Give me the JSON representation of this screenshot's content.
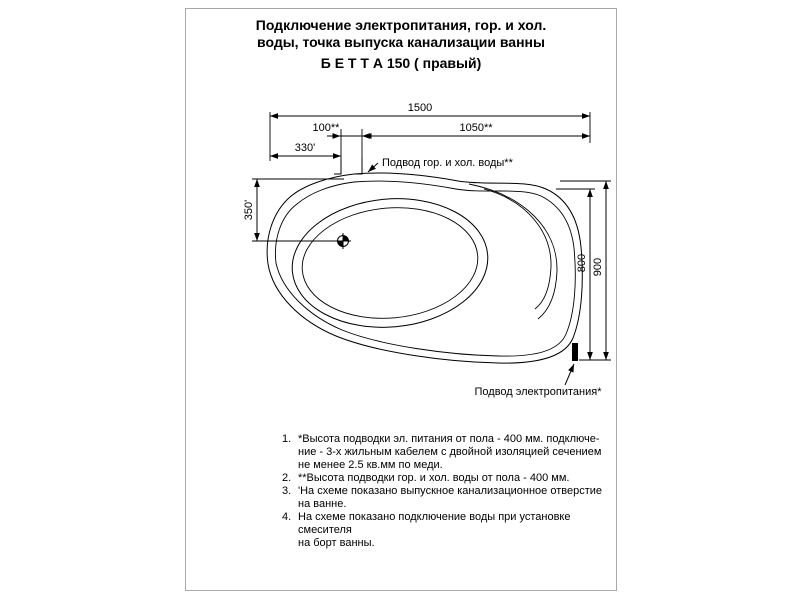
{
  "title": {
    "line1": "Подключение электропитания, гор. и хол.",
    "line2": "воды, точка выпуска канализации ванны",
    "line3": "Б Е Т Т А 150   ( правый)"
  },
  "drawing": {
    "dimensions": {
      "width_total": "1500",
      "offset_100": "100**",
      "offset_1050": "1050**",
      "offset_330": "330'",
      "offset_350": "350'",
      "depth_800": "800",
      "depth_900": "900"
    },
    "labels": {
      "water_supply": "Подвод гор. и хол. воды**",
      "power_supply": "Подвод электропитания*"
    },
    "line_color": "#000000"
  },
  "notes": [
    {
      "num": "1.",
      "text": "*Высота подводки эл. питания от пола - 400 мм. подключе-\nние - 3-х жильным кабелем с двойной изоляцией сечением\nне менее 2.5 кв.мм по меди."
    },
    {
      "num": "2.",
      "text": "**Высота подводки гор. и хол. воды от пола - 400 мм."
    },
    {
      "num": "3.",
      "text": "'На схеме показано выпускное канализационное отверстие\nна ванне."
    },
    {
      "num": "4.",
      "text": "На схеме показано подключение воды при установке смесителя\nна борт ванны."
    }
  ]
}
